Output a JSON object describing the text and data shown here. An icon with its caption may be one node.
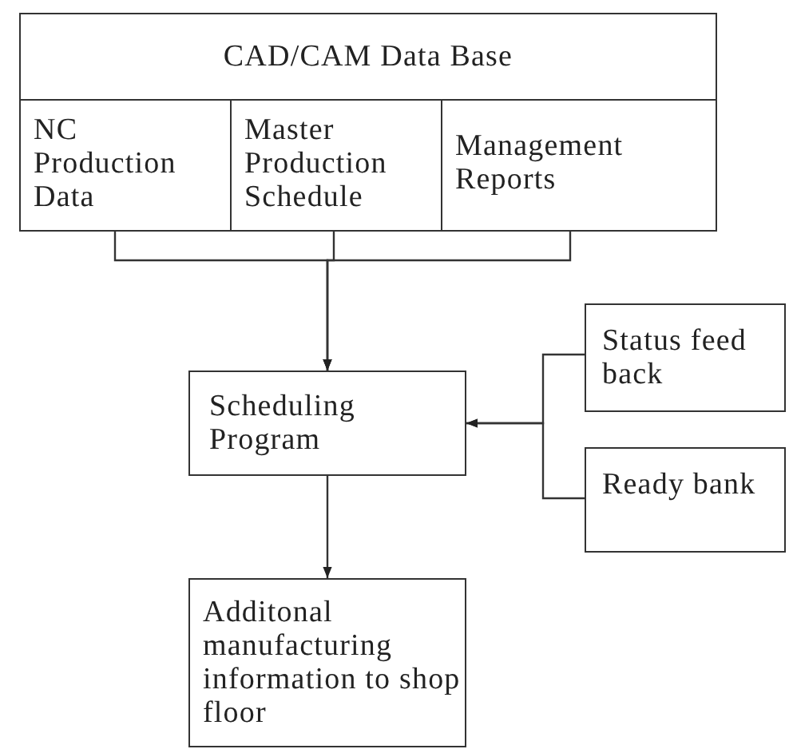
{
  "diagram": {
    "nodes": [
      {
        "text": [
          "CAD/CAM Data Base"
        ]
      },
      {
        "text": [
          "NC Production Data"
        ],
        "in": 0
      },
      {
        "text": [
          "Master Production Schedule"
        ],
        "in": 0
      },
      {
        "text": [
          "Management Reports"
        ],
        "in": 0
      },
      {
        "text": [
          "Scheduling Program"
        ]
      },
      {
        "text": [
          "Status feed back"
        ]
      },
      {
        "text": [
          "Ready bank"
        ]
      },
      {
        "text": [
          "Additonal manufacturing information to shop floor"
        ]
      }
    ],
    "edges": [
      {
        "from": 1,
        "to": 4,
        "arrow": "to"
      },
      {
        "from": 2,
        "to": 4,
        "arrow": "to"
      },
      {
        "from": 3,
        "to": 4,
        "arrow": "to"
      },
      {
        "from": 5,
        "to": 4,
        "arrow": "to"
      },
      {
        "from": 6,
        "to": 4,
        "arrow": "to"
      },
      {
        "from": 4,
        "to": 7,
        "arrow": "to"
      }
    ]
  }
}
